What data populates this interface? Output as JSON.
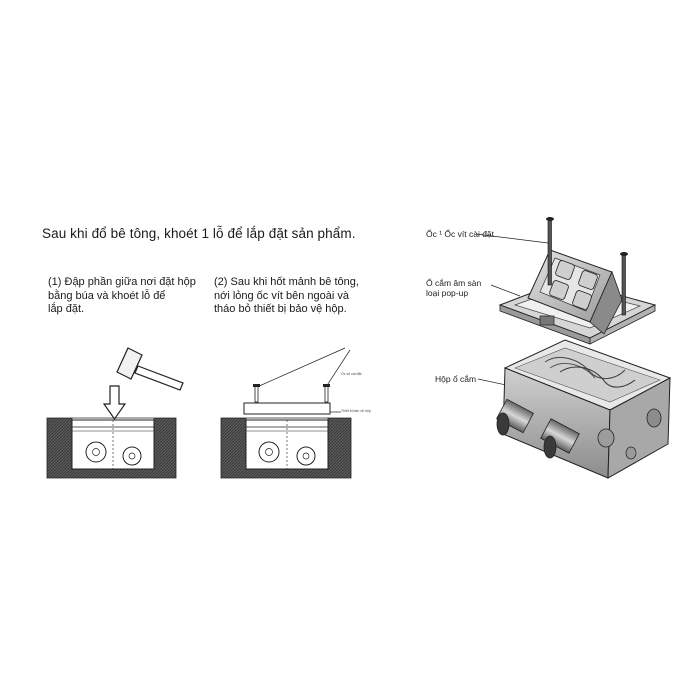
{
  "title": "Sau khi đổ bê tông, khoét 1 lỗ để lắp đặt sản phẩm.",
  "steps": [
    {
      "text": "(1)  Đập phần giữa nơi đặt hộp\n      bằng búa và khoét lỗ để\n      lắp đặt."
    },
    {
      "text": "(2)  Sau khi hốt mảnh bê tông,\n      nới lỏng ốc vít bên ngoài và\n      tháo bỏ thiết bị bảo vệ hộp."
    }
  ],
  "tiny_labels": [
    "Ốc vít cài đặt",
    "Thiết bị bảo vệ hộp"
  ],
  "callouts": {
    "screw": "Ốc ¹  Ốc vít cài đặt",
    "socket": "Ổ cắm âm sàn\nloại pop-up",
    "box": "Hộp ổ cắm"
  }
}
